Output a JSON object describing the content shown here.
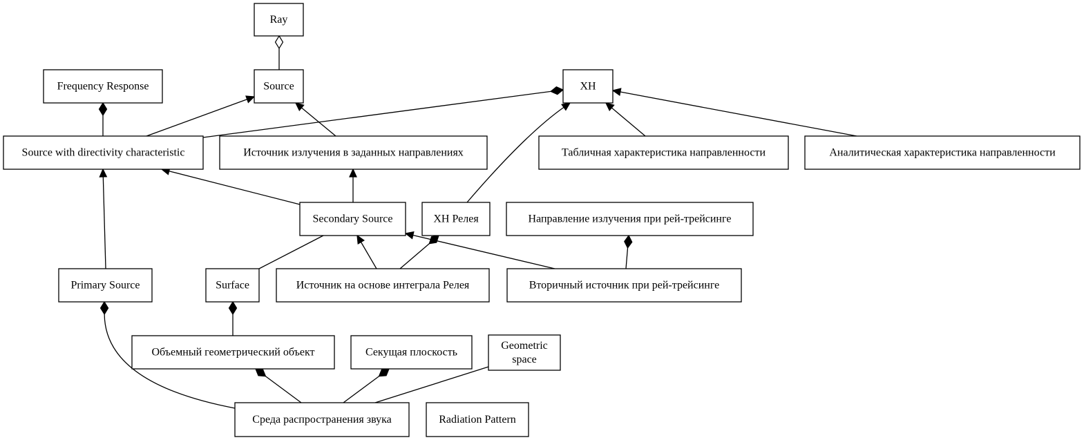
{
  "diagram": {
    "nodes": [
      {
        "id": "ray",
        "label": [
          "Ray"
        ]
      },
      {
        "id": "source",
        "label": [
          "Source"
        ]
      },
      {
        "id": "freq",
        "label": [
          "Frequency Response"
        ]
      },
      {
        "id": "xh",
        "label": [
          "XH"
        ]
      },
      {
        "id": "swd",
        "label": [
          "Source with directivity characteristic"
        ]
      },
      {
        "id": "ist_dir",
        "label": [
          "Источник излучения в заданных направлениях"
        ]
      },
      {
        "id": "tab",
        "label": [
          "Табличная характеристика направленности"
        ]
      },
      {
        "id": "anal",
        "label": [
          "Аналитическая характеристика направленности"
        ]
      },
      {
        "id": "sec",
        "label": [
          "Secondary Source"
        ]
      },
      {
        "id": "xhr",
        "label": [
          "XH Релея"
        ]
      },
      {
        "id": "napr",
        "label": [
          "Направление излучения при рей-трейсинге"
        ]
      },
      {
        "id": "prim",
        "label": [
          "Primary Source"
        ]
      },
      {
        "id": "surf",
        "label": [
          "Surface"
        ]
      },
      {
        "id": "ist_int",
        "label": [
          "Источник на основе интеграла Релея"
        ]
      },
      {
        "id": "vtor",
        "label": [
          "Вторичный источник при рей-трейсинге"
        ]
      },
      {
        "id": "obj",
        "label": [
          "Объемный геометрический объект"
        ]
      },
      {
        "id": "sek",
        "label": [
          "Секущая плоскость"
        ]
      },
      {
        "id": "geo",
        "label": [
          "Geometric",
          "space"
        ]
      },
      {
        "id": "sreda",
        "label": [
          "Среда распространения звука"
        ]
      },
      {
        "id": "rad",
        "label": [
          "Radiation Pattern"
        ]
      }
    ],
    "edges": [
      {
        "from": "source",
        "to": "ray",
        "head": "open-diamond"
      },
      {
        "from": "swd",
        "to": "freq",
        "head": "filled-diamond"
      },
      {
        "from": "swd",
        "to": "source",
        "head": "arrow"
      },
      {
        "from": "swd",
        "to": "xh",
        "head": "filled-diamond"
      },
      {
        "from": "ist_dir",
        "to": "source",
        "head": "arrow"
      },
      {
        "from": "xhr",
        "to": "xh",
        "head": "arrow"
      },
      {
        "from": "tab",
        "to": "xh",
        "head": "arrow"
      },
      {
        "from": "anal",
        "to": "xh",
        "head": "arrow"
      },
      {
        "from": "sec",
        "to": "swd",
        "head": "arrow"
      },
      {
        "from": "sec",
        "to": "ist_dir",
        "head": "arrow"
      },
      {
        "from": "prim",
        "to": "swd",
        "head": "arrow"
      },
      {
        "from": "surf",
        "to": "sec",
        "head": "none"
      },
      {
        "from": "ist_int",
        "to": "sec",
        "head": "arrow"
      },
      {
        "from": "ist_int",
        "to": "xhr",
        "head": "filled-diamond"
      },
      {
        "from": "vtor",
        "to": "sec",
        "head": "arrow"
      },
      {
        "from": "vtor",
        "to": "napr",
        "head": "filled-diamond"
      },
      {
        "from": "obj",
        "to": "surf",
        "head": "filled-diamond"
      },
      {
        "from": "sreda",
        "to": "prim",
        "head": "filled-diamond"
      },
      {
        "from": "sreda",
        "to": "obj",
        "head": "filled-diamond"
      },
      {
        "from": "sreda",
        "to": "sek",
        "head": "filled-diamond"
      },
      {
        "from": "sreda",
        "to": "geo",
        "head": "none"
      }
    ]
  }
}
